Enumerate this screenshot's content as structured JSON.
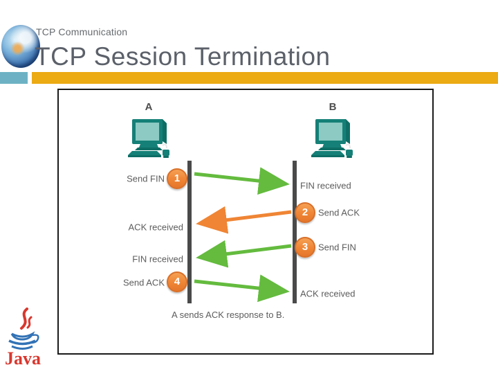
{
  "header": {
    "kicker": "TCP Communication",
    "title": "TCP Session Termination"
  },
  "diagram": {
    "host_a": "A",
    "host_b": "B",
    "caption": "A sends ACK response to B.",
    "steps": [
      {
        "num": "1",
        "from": "A",
        "to": "B",
        "send_label": "Send FIN",
        "recv_label": "FIN received",
        "arrow_color": "green"
      },
      {
        "num": "2",
        "from": "B",
        "to": "A",
        "send_label": "Send ACK",
        "recv_label": "ACK received",
        "arrow_color": "orange"
      },
      {
        "num": "3",
        "from": "B",
        "to": "A",
        "send_label": "Send FIN",
        "recv_label": "FIN received",
        "arrow_color": "green"
      },
      {
        "num": "4",
        "from": "A",
        "to": "B",
        "send_label": "Send ACK",
        "recv_label": "ACK received",
        "arrow_color": "green"
      }
    ]
  },
  "logos": {
    "java_text": "Java"
  },
  "colors": {
    "accent_orange_bar": "#ecaa13",
    "accent_teal_block": "#6db2c4",
    "arrow_green": "#64bb3e",
    "arrow_orange": "#ef8535",
    "step_badge_fill": "#ef8535",
    "step_badge_border": "#d8702a",
    "timeline_gray": "#4a4a4a",
    "title_gray": "#5b6069",
    "label_gray": "#5c5c5c",
    "pc_teal_dark": "#0e6e66",
    "pc_teal": "#158077",
    "pc_screen_teal": "#8ccac3",
    "java_red": "#d9372e",
    "java_blue": "#3272b5"
  }
}
